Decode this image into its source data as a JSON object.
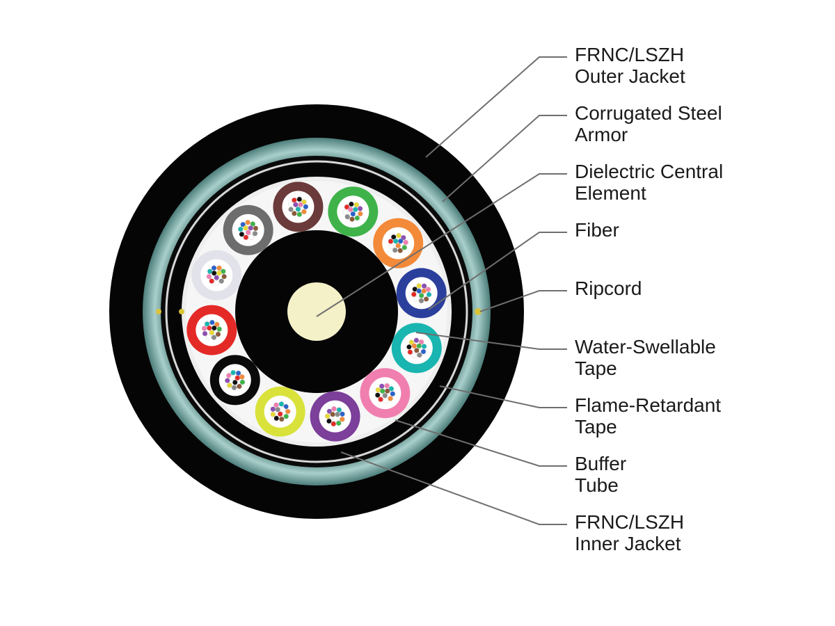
{
  "colors": {
    "jacket": "#050505",
    "armor": "#5f8f8c",
    "armor_highlight": "#a9cfcb",
    "tape": "#eeeeee",
    "central_element": "#f4f0c8",
    "leader": "#6e6e6e"
  },
  "buffer_tube_colors": [
    "#6b3a3a",
    "#3fb34a",
    "#f28a3a",
    "#2b3f9c",
    "#19b5b0",
    "#f07fb0",
    "#7c3f9a",
    "#d9e23a",
    "#0a0a0a",
    "#e42a27",
    "#e2e2ea",
    "#6d6d6d"
  ],
  "fiber_colors": [
    "#2b62c9",
    "#f28a3a",
    "#3fb34a",
    "#8a5a3a",
    "#8a8a8a",
    "#ffffff",
    "#e42a27",
    "#111111",
    "#e8d93a",
    "#8b4fb3",
    "#f07fb0",
    "#19b5b0"
  ],
  "callouts": [
    {
      "id": "outer-jacket",
      "lines": [
        "FRNC/LSZH",
        "Outer Jacket"
      ]
    },
    {
      "id": "steel-armor",
      "lines": [
        "Corrugated Steel",
        "Armor"
      ]
    },
    {
      "id": "central-element",
      "lines": [
        "Dielectric Central",
        "Element"
      ]
    },
    {
      "id": "fiber",
      "lines": [
        "Fiber"
      ]
    },
    {
      "id": "ripcord",
      "lines": [
        "Ripcord"
      ]
    },
    {
      "id": "water-swellable-tape",
      "lines": [
        "Water-Swellable",
        "Tape"
      ]
    },
    {
      "id": "flame-retardant-tape",
      "lines": [
        "Flame-Retardant",
        "Tape"
      ]
    },
    {
      "id": "buffer-tube",
      "lines": [
        "Buffer",
        "Tube"
      ]
    },
    {
      "id": "inner-jacket",
      "lines": [
        "FRNC/LSZH",
        "Inner Jacket"
      ]
    }
  ]
}
